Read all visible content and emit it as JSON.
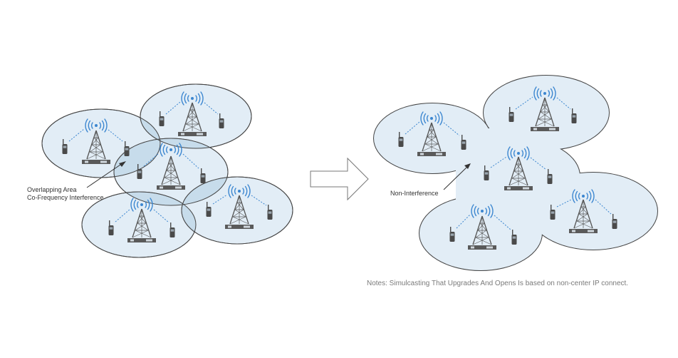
{
  "labels": {
    "overlap_line1": "Overlapping Area",
    "overlap_line2": "Co-Frequency Interference",
    "non_interference": "Non-Interference",
    "notes": "Notes:  Simulcasting That Upgrades And Opens Is based on non-center IP connect."
  },
  "colors": {
    "cell_fill": "#e2edf6",
    "cell_stroke": "#444444",
    "overlap_fill": "#c4d9ea",
    "wave": "#3b86d0",
    "link": "#3b86d0",
    "tower": "#555555",
    "radio": "#4a4a4a",
    "arrow_outline": "#777777"
  },
  "icons": [
    "radio-tower-icon",
    "signal-wave-icon",
    "base-station-icon",
    "handheld-radio-icon",
    "transition-arrow-icon"
  ]
}
